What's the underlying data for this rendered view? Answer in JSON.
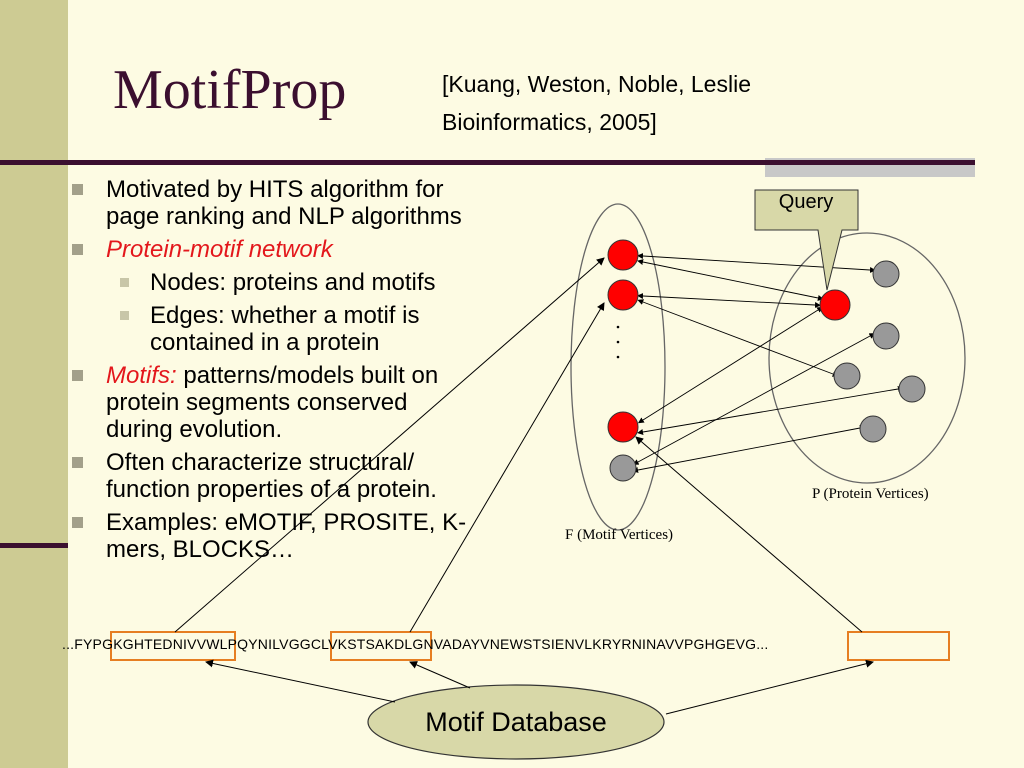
{
  "slide": {
    "title": "MotifProp",
    "citation_line1": "[Kuang, Weston, Noble, Leslie",
    "citation_line2": "Bioinformatics, 2005]"
  },
  "bullets": {
    "b1_line1": "Motivated by HITS algorithm for",
    "b1_line2": "page ranking and NLP algorithms",
    "b2": "Protein-motif network",
    "b2_sub1": "Nodes: proteins and motifs",
    "b2_sub2_line1": "Edges: whether a motif is",
    "b2_sub2_line2": "contained in a protein",
    "b3_italic": "Motifs:",
    "b3_rest": " patterns/models built on",
    "b3_line2": "protein segments conserved",
    "b3_line3": "during evolution.",
    "b4_line1": "Often characterize structural/",
    "b4_line2": "function properties of a protein.",
    "b5_line1": "Examples: eMOTIF, PROSITE, K-",
    "b5_line2": "mers, BLOCKS…"
  },
  "sequence": {
    "s1": "...FYP",
    "m1": "GKGHTEDNIV",
    "s2": "VWLPQYNI",
    "m2": "LVGGCLVK",
    "s3": "STSAKDLGNVADAYVNEWSTSIENVLKRYRNINA",
    "m3": "VVPGHGEVG",
    "s4": "..."
  },
  "diagram": {
    "query_label": "Query",
    "motif_set_label": "F  (Motif Vertices)",
    "protein_set_label": "P (Protein Vertices)",
    "database_label": "Motif Database",
    "colors": {
      "motif_node": "#ff0000",
      "protein_node": "#999999",
      "query_node": "#ff0000",
      "highlight_box": "#e67e22",
      "database_fill": "#d8d8a8",
      "callout_fill": "#d8d8a8"
    }
  }
}
